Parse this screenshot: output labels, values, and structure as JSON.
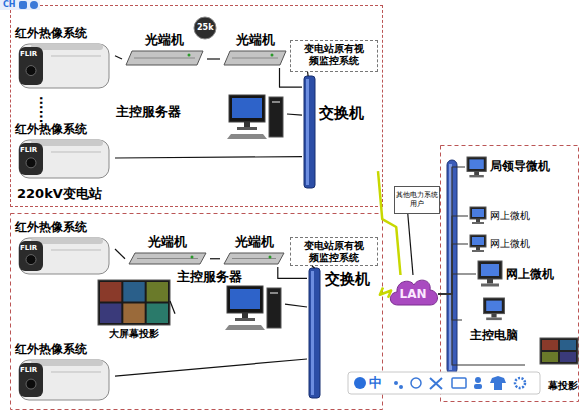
{
  "diagram": {
    "nodes": [
      {
        "text": [
          "220kV变电站"
        ]
      },
      {
        "text": [
          "红外热像系统"
        ],
        "in": 0
      },
      {
        "text": [
          "红外热像系统"
        ],
        "in": 0
      },
      {
        "text": [
          "光端机"
        ],
        "in": 0
      },
      {
        "text": [
          "光端机"
        ],
        "in": 0
      },
      {
        "text": [
          "变电站原有视频监控系统"
        ],
        "in": 0
      },
      {
        "text": [
          "主控服务器"
        ],
        "in": 0
      },
      {
        "text": [
          "交换机"
        ],
        "in": 0
      },
      {
        "text": [
          "红外热像系统"
        ]
      },
      {
        "text": [
          "光端机"
        ]
      },
      {
        "text": [
          "光端机"
        ]
      },
      {
        "text": [
          "变电站原有视频监控系统"
        ]
      },
      {
        "text": [
          "主控服务器"
        ]
      },
      {
        "text": [
          "交换机"
        ]
      },
      {
        "text": [
          "大屏幕投影"
        ]
      },
      {
        "text": [
          "红外热像系统"
        ]
      },
      {
        "text": [
          "LAN"
        ]
      },
      {
        "text": [
          "其他电力系统用户"
        ]
      },
      {
        "text": [
          "局领导微机"
        ]
      },
      {
        "text": [
          "网上微机"
        ]
      },
      {
        "text": [
          "网上微机"
        ]
      },
      {
        "text": [
          "网上微机"
        ]
      },
      {
        "text": [
          "主控电脑"
        ]
      },
      {
        "text": [
          "幕投影"
        ]
      }
    ],
    "edges": [
      {
        "from": 1,
        "to": 3,
        "arrow": "none"
      },
      {
        "from": 3,
        "to": 4,
        "arrow": "none"
      },
      {
        "from": 4,
        "to": 7,
        "arrow": "none"
      },
      {
        "from": 5,
        "to": 7,
        "arrow": "none"
      },
      {
        "from": 6,
        "to": 7,
        "arrow": "none"
      },
      {
        "from": 2,
        "to": 7,
        "arrow": "none"
      },
      {
        "from": 7,
        "to": 16,
        "arrow": "none"
      },
      {
        "from": 8,
        "to": 9,
        "arrow": "none"
      },
      {
        "from": 9,
        "to": 10,
        "arrow": "none"
      },
      {
        "from": 10,
        "to": 13,
        "arrow": "none"
      },
      {
        "from": 11,
        "to": 13,
        "arrow": "none"
      },
      {
        "from": 12,
        "to": 13,
        "arrow": "none"
      },
      {
        "from": 14,
        "to": 12,
        "arrow": "none"
      },
      {
        "from": 15,
        "to": 13,
        "arrow": "none"
      },
      {
        "from": 13,
        "to": 16,
        "arrow": "none"
      },
      {
        "from": 17,
        "to": 16,
        "arrow": "none"
      },
      {
        "from": 16,
        "to": 18,
        "arrow": "none"
      },
      {
        "from": 16,
        "to": 19,
        "arrow": "none"
      },
      {
        "from": 16,
        "to": 20,
        "arrow": "none"
      },
      {
        "from": 16,
        "to": 21,
        "arrow": "none"
      },
      {
        "from": 16,
        "to": 22,
        "arrow": "none"
      },
      {
        "from": 16,
        "to": 23,
        "arrow": "none"
      }
    ],
    "labels": [
      "CH",
      "25k",
      "......",
      "FLIR",
      "FLIR",
      "FLIR",
      "FLIR",
      "中"
    ]
  }
}
